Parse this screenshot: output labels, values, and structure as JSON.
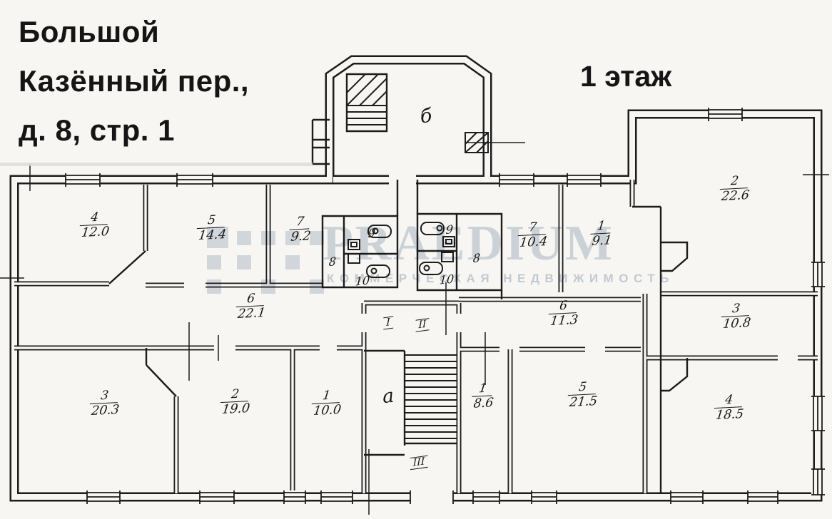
{
  "header": {
    "address": "Большой\nКазённый пер.,\nд. 8, стр. 1",
    "floor_label": "1 этаж"
  },
  "watermark": {
    "brand": "PRAEDIUM",
    "subtitle": "КОММЕРЧЕСКАЯ НЕДВИЖИМОСТЬ",
    "color": "#b7c3d2"
  },
  "plan": {
    "rooms": [
      {
        "num": "4",
        "area": "12.0"
      },
      {
        "num": "5",
        "area": "14.4"
      },
      {
        "num": "7",
        "area": "9.2"
      },
      {
        "num": "7",
        "area": "10.4"
      },
      {
        "num": "1",
        "area": "9.1"
      },
      {
        "num": "2",
        "area": "22.6"
      },
      {
        "num": "6",
        "area": "22.1"
      },
      {
        "num": "6",
        "area": "11.3"
      },
      {
        "num": "3",
        "area": "10.8"
      },
      {
        "num": "3",
        "area": "20.3"
      },
      {
        "num": "2",
        "area": "19.0"
      },
      {
        "num": "1",
        "area": "10.0"
      },
      {
        "num": "1",
        "area": "8.6"
      },
      {
        "num": "5",
        "area": "21.5"
      },
      {
        "num": "4",
        "area": "18.5"
      }
    ],
    "service_rooms": [
      "8",
      "9",
      "10",
      "9",
      "10",
      "8"
    ],
    "letter_labels": {
      "vestibule": "б",
      "stair_hall": "a"
    },
    "stair_landings": [
      "I",
      "II",
      "III"
    ]
  },
  "colors": {
    "ink": "#1c1c1c",
    "paper": "#f7f6f2",
    "watermark": "#b7c3d2"
  }
}
